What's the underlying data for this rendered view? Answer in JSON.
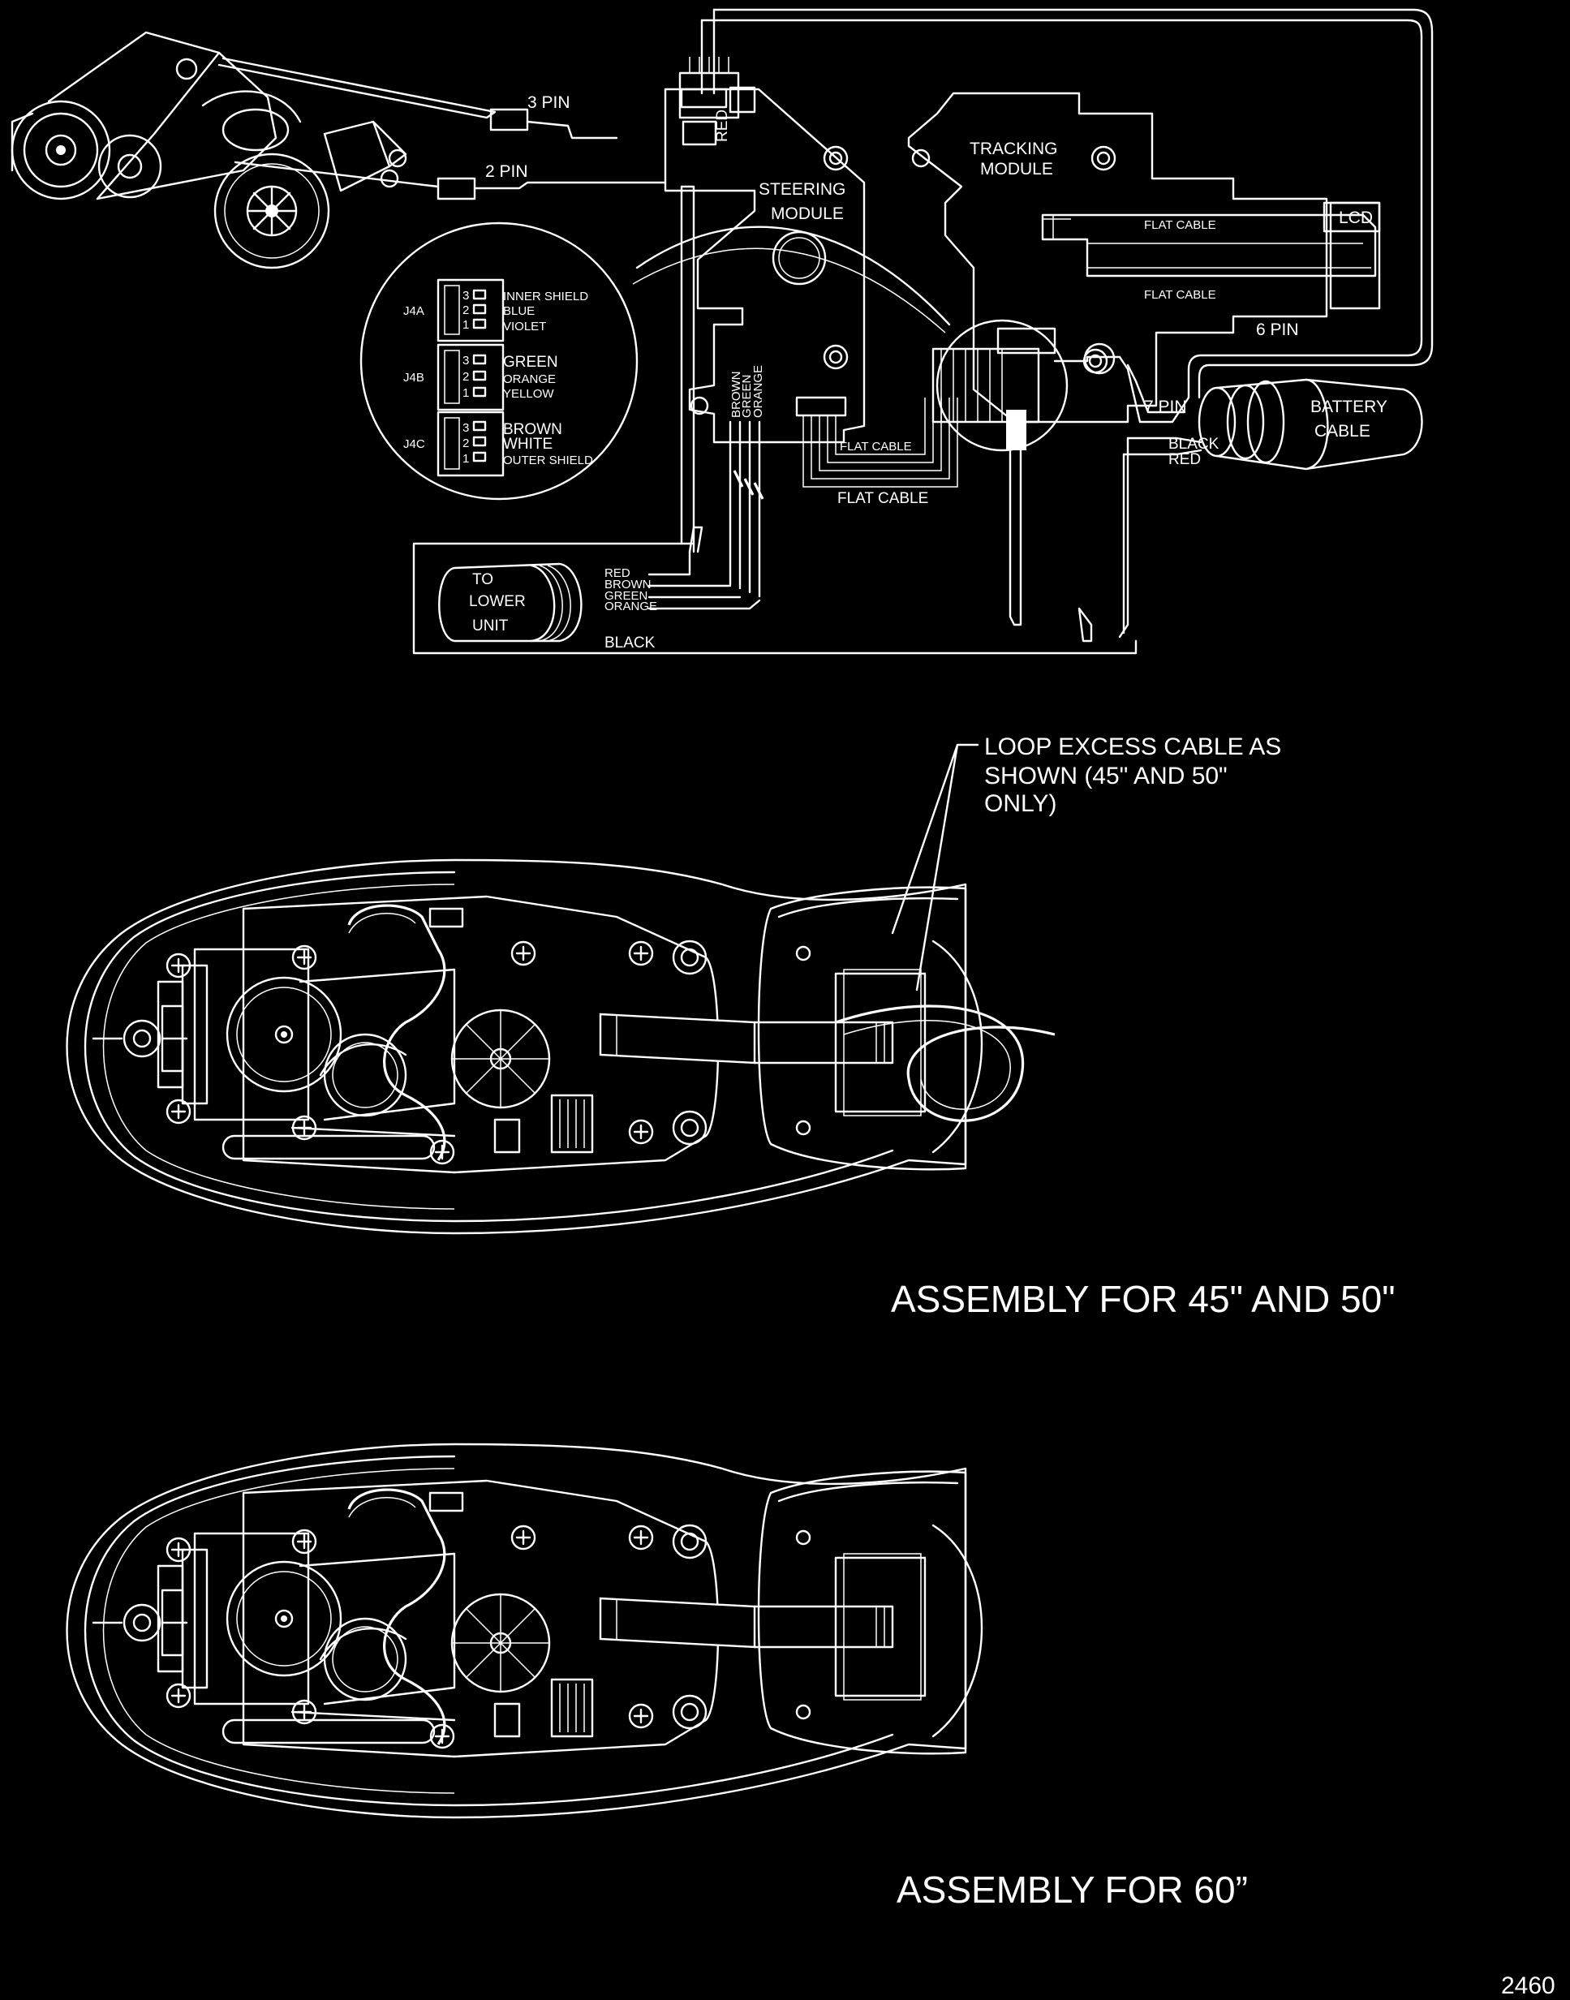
{
  "wiring": {
    "pins_3": "3 PIN",
    "pins_2": "2 PIN",
    "red_vertical": "RED",
    "steering_module": [
      "STEERING",
      "MODULE"
    ],
    "tracking_module": [
      "TRACKING",
      "MODULE"
    ],
    "lcd": "LCD",
    "flat_cable": "FLAT CABLE",
    "pins_6": "6 PIN",
    "pins_7": "7 PIN",
    "battery_cable": [
      "BATTERY",
      "CABLE"
    ],
    "black": "BLACK",
    "red": "RED",
    "vertical_wires": [
      "BROWN",
      "GREEN",
      "ORANGE"
    ],
    "to_lower_unit": [
      "TO",
      "LOWER",
      "UNIT"
    ],
    "lower_wires": [
      "RED",
      "BROWN",
      "GREEN",
      "ORANGE"
    ],
    "black_bottom": "BLACK"
  },
  "connector_detail": {
    "j4a": {
      "label": "J4A",
      "pins": [
        "3",
        "2",
        "1"
      ],
      "wires": [
        "INNER SHIELD",
        "BLUE",
        "VIOLET"
      ]
    },
    "j4b": {
      "label": "J4B",
      "pins": [
        "3",
        "2",
        "1"
      ],
      "wires": [
        "GREEN",
        "ORANGE",
        "YELLOW"
      ]
    },
    "j4c": {
      "label": "J4C",
      "pins": [
        "3",
        "2",
        "1"
      ],
      "wires": [
        "BROWN",
        "WHITE",
        "OUTER SHIELD"
      ]
    }
  },
  "callout": [
    "LOOP EXCESS CABLE AS",
    "SHOWN (45\" AND 50\"",
    "ONLY)"
  ],
  "assembly_45_50": "ASSEMBLY FOR 45\" AND 50\"",
  "assembly_60": "ASSEMBLY FOR 60”",
  "figure_number": "2460"
}
